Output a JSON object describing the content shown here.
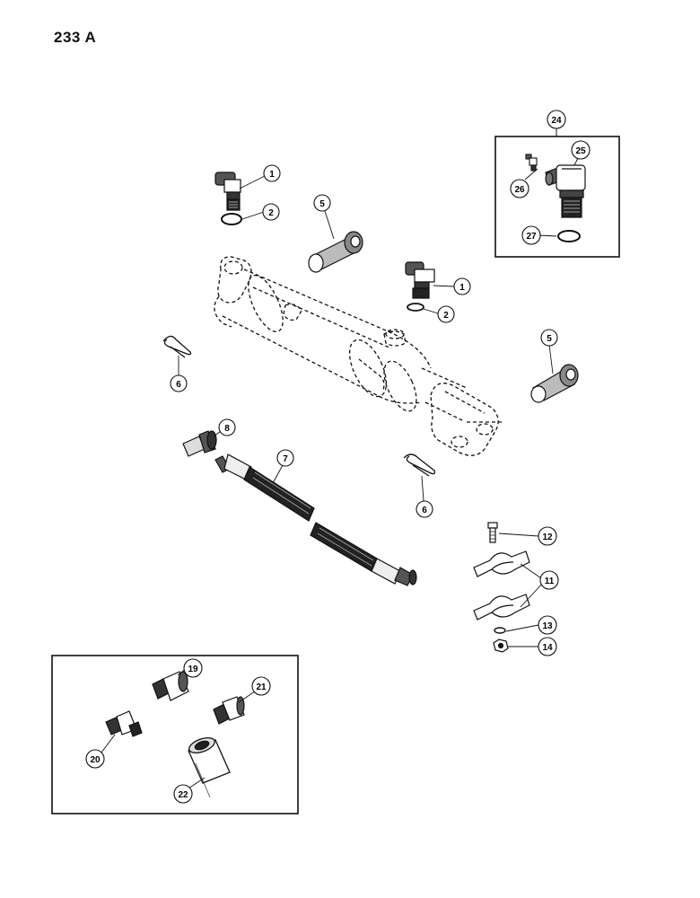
{
  "page": {
    "number": "233 A"
  },
  "callouts": {
    "c1a": "1",
    "c2a": "2",
    "c1b": "1",
    "c2b": "2",
    "c5a": "5",
    "c5b": "5",
    "c6a": "6",
    "c6b": "6",
    "c7": "7",
    "c8": "8",
    "c11": "11",
    "c12": "12",
    "c13": "13",
    "c14": "14",
    "c19": "19",
    "c20": "20",
    "c21": "21",
    "c22": "22",
    "c24": "24",
    "c25": "25",
    "c26": "26",
    "c27": "27"
  }
}
